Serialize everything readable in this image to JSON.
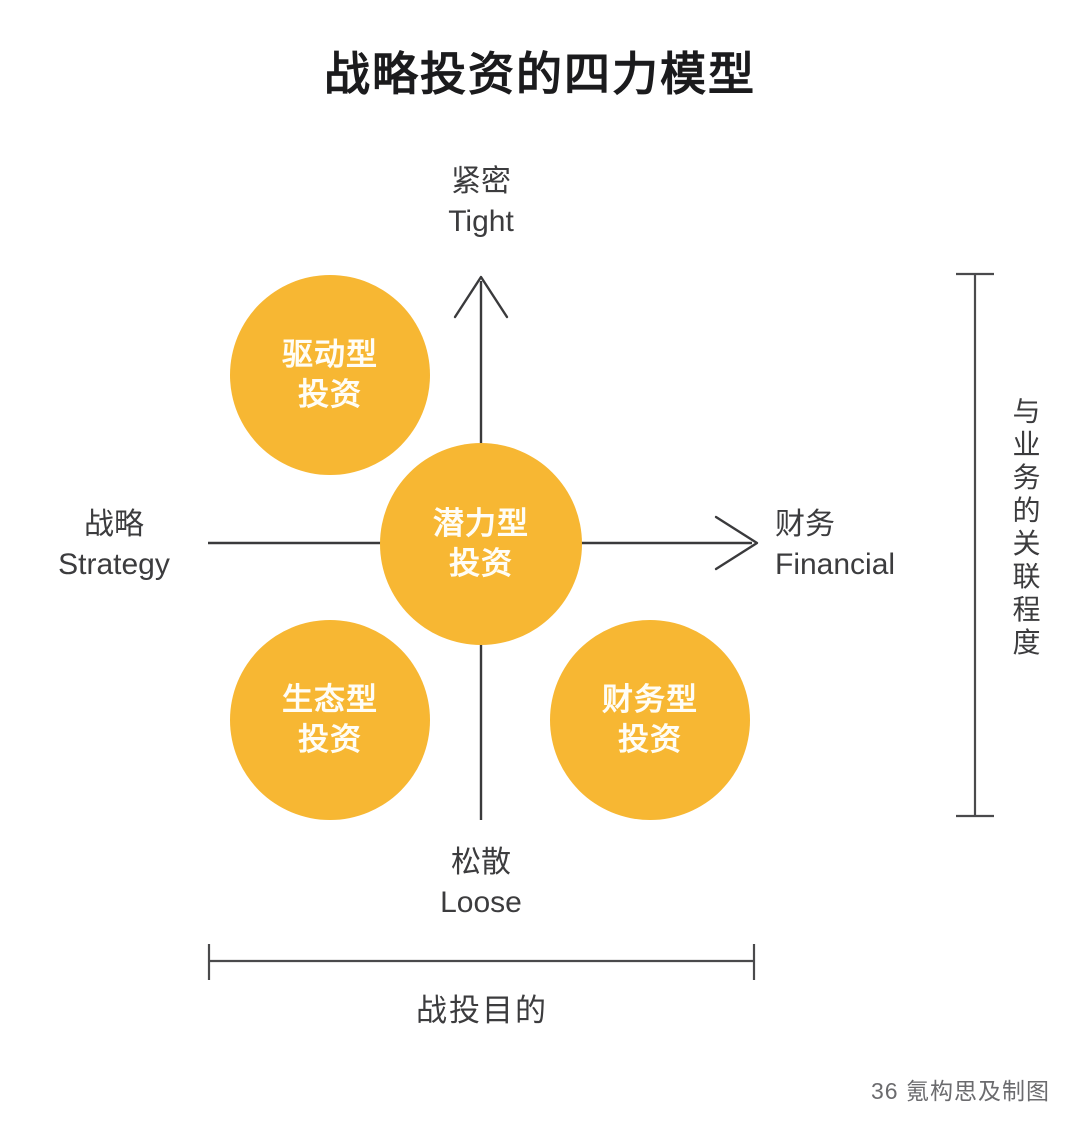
{
  "title": "战略投资的四力模型",
  "axes": {
    "top": {
      "cn": "紧密",
      "en": "Tight"
    },
    "bottom": {
      "cn": "松散",
      "en": "Loose"
    },
    "left": {
      "cn": "战略",
      "en": "Strategy"
    },
    "right": {
      "cn": "财务",
      "en": "Financial"
    }
  },
  "brackets": {
    "vertical_right": "与业务的关联程度",
    "vertical_right_chars": [
      "与",
      "业",
      "务",
      "的",
      "关",
      "联",
      "程",
      "度"
    ],
    "horizontal_bottom": "战投目的"
  },
  "bubbles": [
    {
      "id": "driver",
      "line1": "驱动型",
      "line2": "投资",
      "full": "驱动型投资",
      "quadrant": "top-left"
    },
    {
      "id": "potential",
      "line1": "潜力型",
      "line2": "投资",
      "full": "潜力型投资",
      "quadrant": "center"
    },
    {
      "id": "eco",
      "line1": "生态型",
      "line2": "投资",
      "full": "生态型投资",
      "quadrant": "bottom-left"
    },
    {
      "id": "financial",
      "line1": "财务型",
      "line2": "投资",
      "full": "财务型投资",
      "quadrant": "bottom-right"
    }
  ],
  "credit": "36 氪构思及制图",
  "colors": {
    "bubble_fill": "#f7b733",
    "bubble_text": "#fffdf6",
    "title_text": "#1b1b1d",
    "axis_line": "#3a3a3c",
    "label_text": "#3c3c3e",
    "background": "#ffffff"
  }
}
